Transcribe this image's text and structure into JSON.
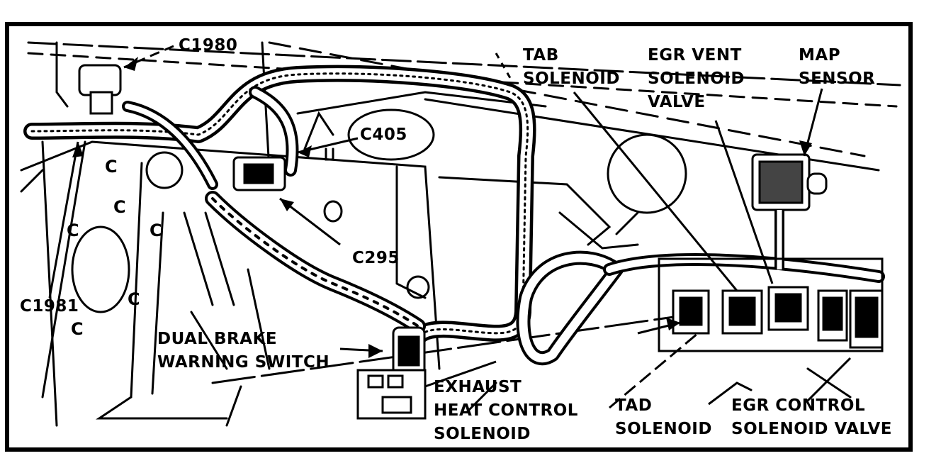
{
  "labels": {
    "c1980": "C1980",
    "c405": "C405",
    "c295": "C295",
    "c1981": "C1981",
    "tab_solenoid": [
      "TAB",
      "SOLENOID"
    ],
    "egr_vent": [
      "EGR VENT",
      "SOLENOID",
      "VALVE"
    ],
    "map_sensor": [
      "MAP",
      "SENSOR"
    ],
    "dual_brake": [
      "DUAL BRAKE",
      "WARNING SWITCH"
    ],
    "exhaust_heat": [
      "EXHAUST",
      "HEAT CONTROL",
      "SOLENOID"
    ],
    "tad_solenoid": [
      "TAD",
      "SOLENOID"
    ],
    "egr_control": [
      "EGR CONTROL",
      "SOLENOID VALVE"
    ]
  },
  "panel_marks": [
    "C",
    "C",
    "C",
    "C",
    "C",
    "C"
  ],
  "colors": {
    "ink": "#000000",
    "paper": "#ffffff"
  }
}
